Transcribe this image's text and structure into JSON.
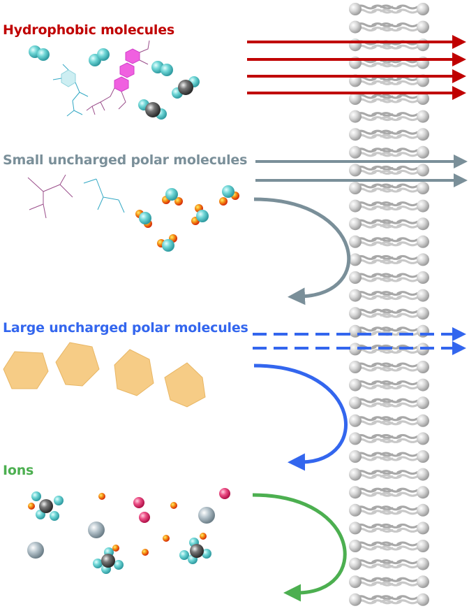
{
  "headings": {
    "hydrophobic": "Hydrophobic molecules",
    "small_polar": "Small uncharged polar molecules",
    "large_polar": "Large uncharged polar molecules",
    "ions": "Ions"
  },
  "colors": {
    "hydrophobic": "#c00000",
    "small_polar": "#7a8f99",
    "large_polar": "#3366ee",
    "ions": "#4caf50",
    "membrane": "#c8c8c8",
    "membrane_edge": "#a8a8a8",
    "cyan_atom": "#5cc7c7",
    "dark_atom": "#555555",
    "oxygen_atom": "#e84b10",
    "ion_pink": "#e0306a",
    "ion_grey": "#a7b6c0",
    "hexagon": "#f6cc86",
    "skeleton_purple": "#9a4d8a",
    "skeleton_cyan": "#33a8c4",
    "ring_pink": "#f060e0"
  },
  "passage": {
    "hydrophobic": "passes",
    "small_polar": "partial",
    "large_polar": "limited",
    "ions": "blocked"
  }
}
